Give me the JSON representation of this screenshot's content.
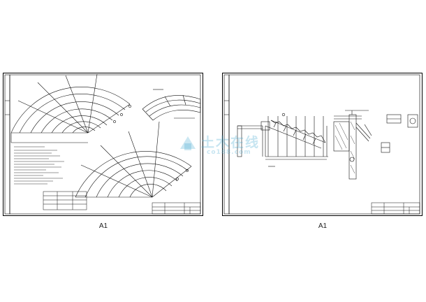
{
  "sheets": [
    {
      "caption": "A1"
    },
    {
      "caption": "A1"
    }
  ],
  "watermark": {
    "text": "土木在线",
    "subtext": "co188.com",
    "color": "#46aad2"
  },
  "colors": {
    "line": "#111111",
    "border": "#000000",
    "background": "#ffffff"
  }
}
